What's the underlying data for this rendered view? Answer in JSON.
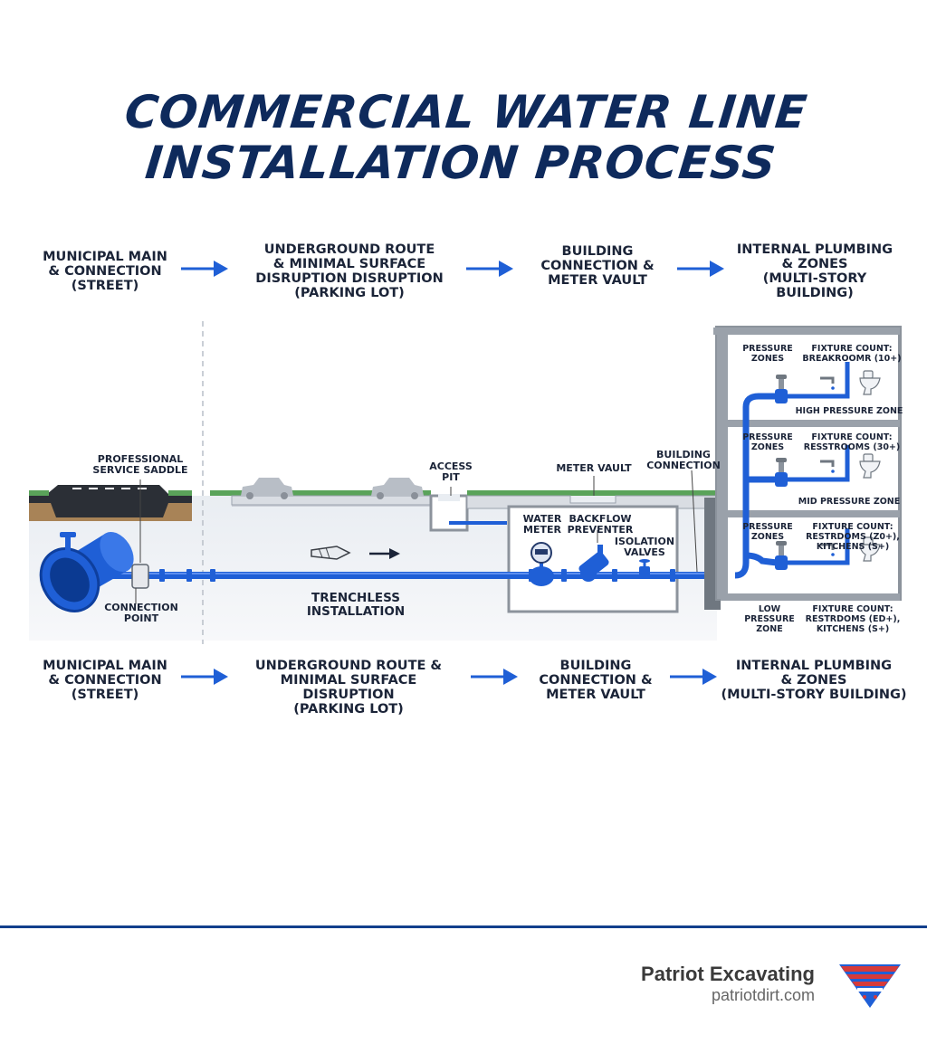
{
  "title": {
    "line1": "COMMERCIAL WATER LINE",
    "line2": "INSTALLATION PROCESS"
  },
  "top_steps": [
    "MUNICIPAL MAIN\n& CONNECTION\n(STREET)",
    "UNDERGROUND ROUTE\n& MINIMAL SURFACE\nDISRUPTION DISRUPTION\n(PARKING LOT)",
    "BUILDING\nCONNECTION &\nMETER VAULT",
    "INTERNAL PLUMBING\n& ZONES\n(MULTI-STORY\nBUILDING)"
  ],
  "bottom_steps": [
    "MUNICIPAL MAIN\n& CONNECTION\n(STREET)",
    "UNDERGROUND ROUTE &\nMINIMAL SURFACE DISRUPTION\n(PARKING LOT)",
    "BUILDING\nCONNECTION &\nMETER VAULT",
    "INTERNAL PLUMBING\n& ZONES\n(MULTI-STORY BUILDING)"
  ],
  "labels": {
    "service_saddle": "PROFESSIONAL\nSERVICE SADDLE",
    "connection_point": "CONNECTION\nPOINT",
    "trenchless": "TRENCHLESS\nINSTALLATION",
    "access_pit": "ACCESS\nPIT",
    "meter_vault": "METER VAULT",
    "building_connection": "BUILDING\nCONNECTION",
    "water_meter": "WATER\nMETER",
    "backflow": "BACKFLOW\nPREVENTER",
    "isolation_valves": "ISOLATION\nVALVES"
  },
  "floors": [
    {
      "pressure_label": "PRESSURE\nZONES",
      "fixture_label": "FIXTURE COUNT:\nBREAKROOMR (10+)",
      "zone_label": "HIGH PRESSURE ZONE"
    },
    {
      "pressure_label": "PRESSURE\nZONES",
      "fixture_label": "FIXTURE COUNT:\nRESSTROOMS (30+)",
      "zone_label": "MID PRESSURE ZONE"
    },
    {
      "pressure_label": "PRESSURE\nZONES",
      "fixture_label": "FIXTURE COUNT:\nRESTRDOMS (Z0+),\nKITCHENS (S+)",
      "zone_label": ""
    }
  ],
  "low_zone": {
    "pressure_label": "LOW\nPRESSURE\nZONE",
    "fixture_label": "FIXTURE COUNT:\nRESTRDOMS (ED+),\nKITCHENS (S+)"
  },
  "brand": {
    "name": "Patriot Excavating",
    "url": "patriotdirt.com"
  },
  "colors": {
    "pipe": "#1f5fd6",
    "title": "#0e2a5c",
    "footer_line": "#123f8c",
    "logo_red": "#d63a3a",
    "logo_blue": "#1f5fd6"
  },
  "icons": [
    "right-arrow-icon",
    "pipe-icon",
    "valve-icon",
    "car-icon",
    "drill-bit-icon",
    "water-meter-icon",
    "backflow-preventer-icon",
    "faucet-icon",
    "toilet-icon",
    "patriot-logo-icon"
  ]
}
